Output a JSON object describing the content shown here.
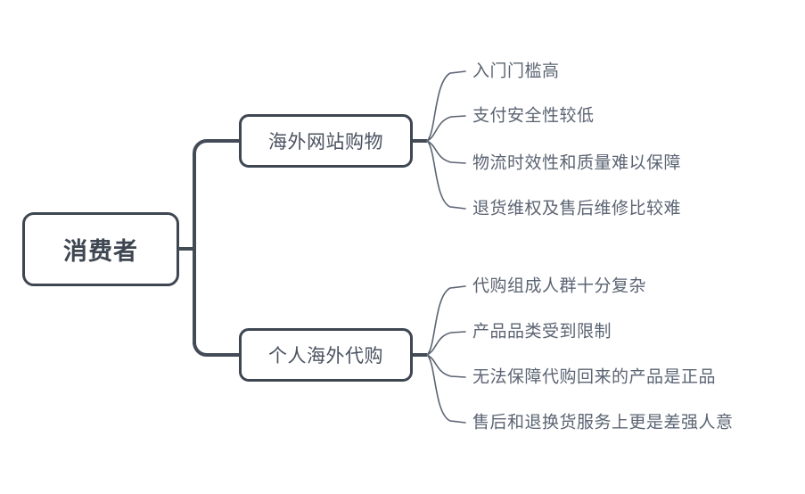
{
  "diagram": {
    "type": "mind-map",
    "background_color": "#ffffff",
    "node_border_color": "#3e4651",
    "connector_color": "#4a5260",
    "leaf_text_color": "#5b6473",
    "root": {
      "label": "消费者"
    },
    "branches": [
      {
        "label": "海外网站购物",
        "leaves": [
          {
            "label": "入门门槛高"
          },
          {
            "label": "支付安全性较低"
          },
          {
            "label": "物流时效性和质量难以保障"
          },
          {
            "label": "退货维权及售后维修比较难"
          }
        ]
      },
      {
        "label": "个人海外代购",
        "leaves": [
          {
            "label": "代购组成人群十分复杂"
          },
          {
            "label": "产品品类受到限制"
          },
          {
            "label": "无法保障代购回来的产品是正品"
          },
          {
            "label": "售后和退换货服务上更是差强人意"
          }
        ]
      }
    ]
  }
}
